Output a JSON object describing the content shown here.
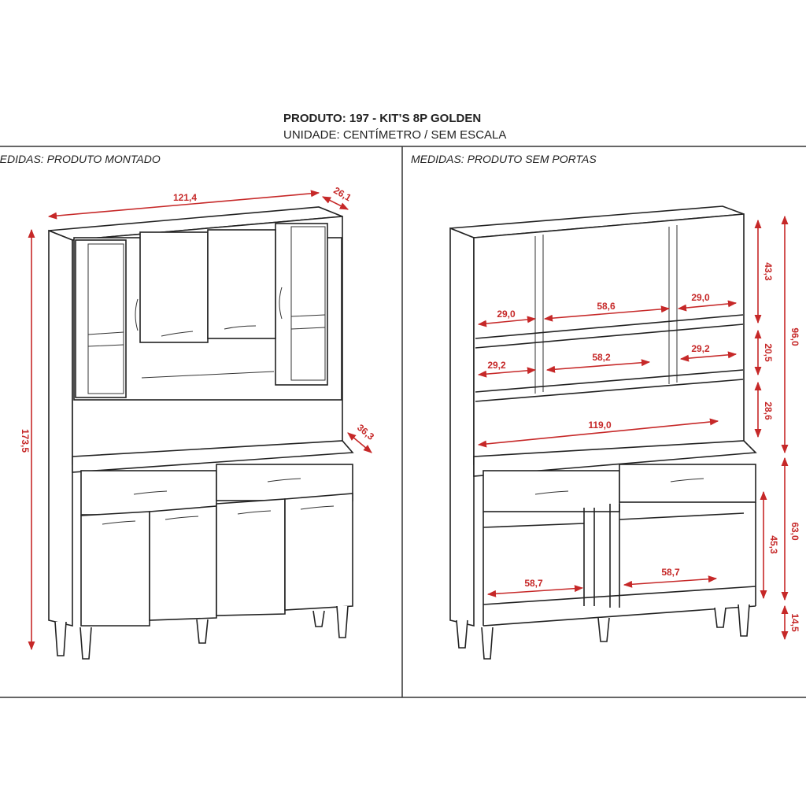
{
  "header": {
    "title": "PRODUTO: 197 - KIT’S 8P GOLDEN",
    "subtitle": "UNIDADE: CENTÍMETRO / SEM ESCALA"
  },
  "left_panel": {
    "label": "MEDIDAS: PRODUTO MONTADO",
    "dims": {
      "width": "121,4",
      "depth_top": "26,1",
      "height": "173,5",
      "depth_bottom": "36,3"
    }
  },
  "right_panel": {
    "label": "MEDIDAS: PRODUTO SEM PORTAS",
    "dims": {
      "niche_top_left": "29,0",
      "niche_top_center": "58,6",
      "niche_top_right": "29,0",
      "niche_mid_left": "29,2",
      "niche_mid_center": "58,2",
      "niche_mid_right": "29,2",
      "open_width": "119,0",
      "lower_left": "58,7",
      "lower_right": "58,7",
      "h_top": "43,3",
      "h_mid": "20,5",
      "h_open": "28,6",
      "h_upper": "96,0",
      "h_lower": "63,0",
      "h_lower_inner": "45,3",
      "h_legs": "14,5"
    }
  },
  "colors": {
    "dimension": "#c62828",
    "line": "#222222"
  }
}
